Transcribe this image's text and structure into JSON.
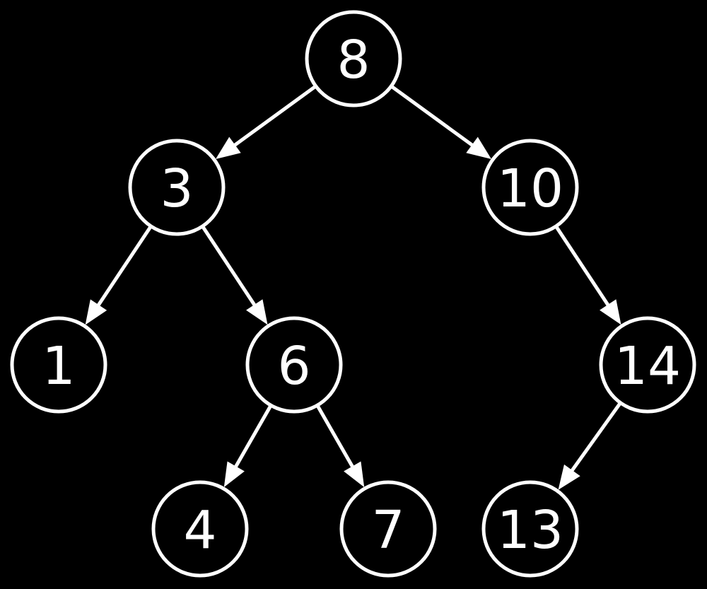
{
  "diagram": {
    "type": "binary-search-tree",
    "colors": {
      "background": "#000000",
      "stroke": "#ffffff",
      "text": "#ffffff"
    },
    "nodes": [
      {
        "id": "n8",
        "label": "8"
      },
      {
        "id": "n3",
        "label": "3"
      },
      {
        "id": "n10",
        "label": "10"
      },
      {
        "id": "n1",
        "label": "1"
      },
      {
        "id": "n6",
        "label": "6"
      },
      {
        "id": "n14",
        "label": "14"
      },
      {
        "id": "n4",
        "label": "4"
      },
      {
        "id": "n7",
        "label": "7"
      },
      {
        "id": "n13",
        "label": "13"
      }
    ],
    "edges": [
      {
        "from": "n8",
        "to": "n3"
      },
      {
        "from": "n8",
        "to": "n10"
      },
      {
        "from": "n3",
        "to": "n1"
      },
      {
        "from": "n3",
        "to": "n6"
      },
      {
        "from": "n10",
        "to": "n14"
      },
      {
        "from": "n6",
        "to": "n4"
      },
      {
        "from": "n6",
        "to": "n7"
      },
      {
        "from": "n14",
        "to": "n13"
      }
    ]
  }
}
